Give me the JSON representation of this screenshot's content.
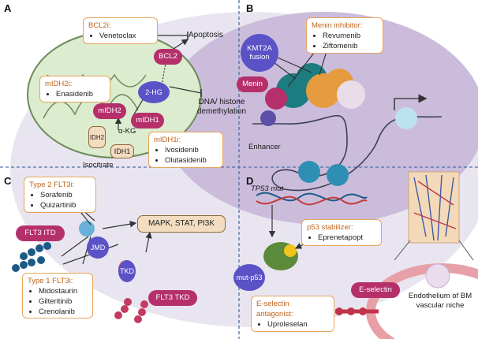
{
  "panels": {
    "a": "A",
    "b": "B",
    "c": "C",
    "d": "D"
  },
  "panel_a": {
    "bcl2i_title": "BCL2i:",
    "bcl2i_drug": "Venetoclax",
    "apoptosis": "Apoptosis",
    "bcl2": "BCL2",
    "midh2i_title": "mIDH2i:",
    "midh2i_drug": "Enasidenib",
    "two_hg": "2-HG",
    "midh2": "mIDH2",
    "midh1": "mIDH1",
    "dna_text": "DNA/ histone demethylation",
    "alpha_kg": "α-KG",
    "idh2": "IDH2",
    "idh1": "IDH1",
    "isocitrate": "Isocitrate",
    "midh1i_title": "mIDH1i:",
    "midh1i_drugs": [
      "Ivosidenib",
      "Olutasidenib"
    ]
  },
  "panel_b": {
    "menin_title": "Menin inhibitor:",
    "menin_drugs": [
      "Revumenib",
      "Ziftomenib"
    ],
    "kmt2a": "KMT2A fusion",
    "menin": "Menin",
    "enhancer": "Enhancer"
  },
  "panel_c": {
    "type2_title": "Type 2 FLT3i:",
    "type2_drugs": [
      "Sorafenib",
      "Quizartinib"
    ],
    "pathway": "MAPK, STAT, PI3K",
    "flt3itd": "FLT3 ITD",
    "jmd": "JMD",
    "tkd": "TKD",
    "type1_title": "Type 1 FLT3i:",
    "type1_drugs": [
      "Midostaurin",
      "Gilteritinib",
      "Crenolanib"
    ],
    "flt3tkd": "FLT3 TKD"
  },
  "panel_d": {
    "tp53": "TP53 mut",
    "p53_title": "p53 stabilizer:",
    "p53_drug": "Eprenetapopt",
    "mutp53": "mut-p53",
    "esel": "E-selectin",
    "eselant_title": "E-selectin antagonist:",
    "eselant_drug": "Uproleselan",
    "endothelium": "Endothelium of BM vascular niche"
  },
  "colors": {
    "accent_orange": "#e8a55a",
    "magenta": "#b5306b",
    "purple": "#5a52c6",
    "cell_bg": "#e7e2ef",
    "nucleus": "#cdbedf"
  }
}
